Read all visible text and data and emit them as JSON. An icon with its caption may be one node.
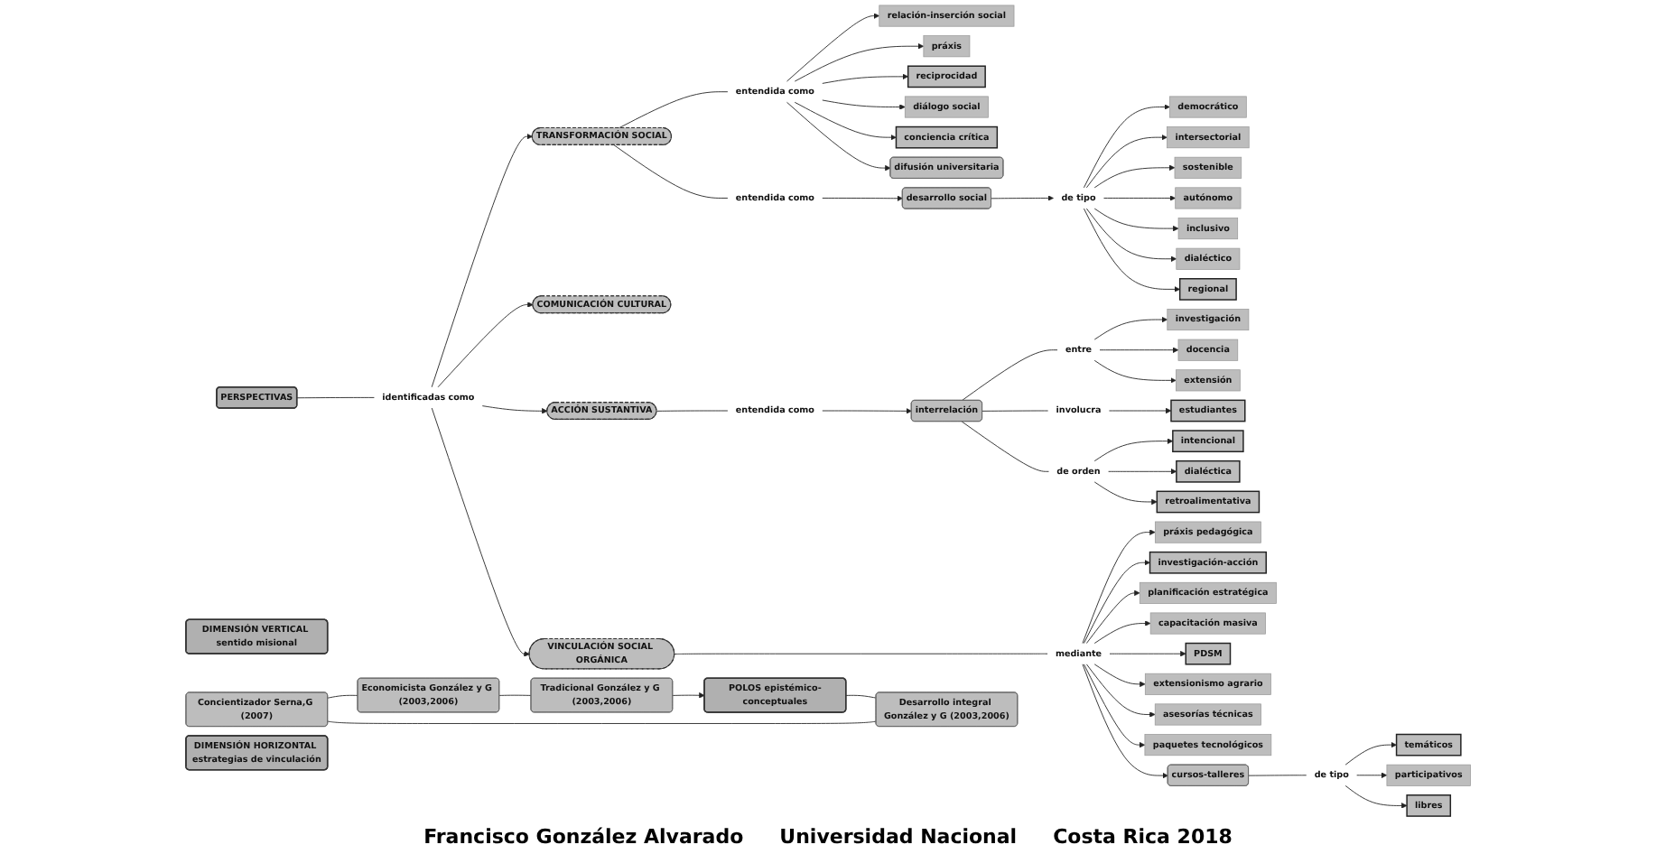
{
  "diagram": {
    "nodes": [
      {
        "text": [
          "Concientizador Serna,G (2007)"
        ]
      },
      {
        "text": [
          "DIMENSIÓN VERTICAL sentido misional"
        ]
      },
      {
        "text": [
          "relación-inserción social"
        ]
      },
      {
        "text": [
          "práxis"
        ]
      },
      {
        "text": [
          "conciencia crítica"
        ]
      },
      {
        "text": [
          "reciprocidad"
        ]
      },
      {
        "text": [
          "diálogo social"
        ]
      },
      {
        "text": [
          "entendida como"
        ]
      },
      {
        "text": [
          "democrático"
        ]
      },
      {
        "text": [
          "intersectorial"
        ]
      },
      {
        "text": [
          "sostenible"
        ]
      },
      {
        "text": [
          "autónomo"
        ]
      },
      {
        "text": [
          "de tipo"
        ]
      },
      {
        "text": [
          "inclusivo"
        ]
      },
      {
        "text": [
          "dialéctico"
        ]
      },
      {
        "text": [
          "regional"
        ]
      },
      {
        "text": [
          "entendida como"
        ]
      },
      {
        "text": [
          "desarrollo social"
        ]
      },
      {
        "text": [
          "PERSPECTIVAS"
        ]
      },
      {
        "text": [
          "TRANSFORMACIÓN SOCIAL"
        ]
      },
      {
        "text": [
          "investigación"
        ]
      },
      {
        "text": [
          "entendida como"
        ]
      },
      {
        "text": [
          "interrelación"
        ]
      },
      {
        "text": [
          "docencia"
        ]
      },
      {
        "text": [
          "identificadas como"
        ]
      },
      {
        "text": [
          "COMUNICACIÓN CULTURAL"
        ]
      },
      {
        "text": [
          "ACCIÓN SUSTANTIVA"
        ]
      },
      {
        "text": [
          "involucra"
        ]
      },
      {
        "text": [
          "de orden"
        ]
      },
      {
        "text": [
          "entre"
        ]
      },
      {
        "text": [
          "extensión"
        ]
      },
      {
        "text": [
          "estudiantes"
        ]
      },
      {
        "text": [
          "Economicista González y G (2003,2006)"
        ]
      },
      {
        "text": [
          "VINCULACIÓN SOCIAL ORGÁNICA"
        ]
      },
      {
        "text": [
          "intencional"
        ]
      },
      {
        "text": [
          "dialéctica"
        ]
      },
      {
        "text": [
          "retroalimentativa"
        ]
      },
      {
        "text": [
          "Desarrollo integral González y G (2003,2006)"
        ]
      },
      {
        "text": [
          "práxis pedagógica"
        ]
      },
      {
        "text": [
          "investigación-acción"
        ]
      },
      {
        "text": [
          "extensionismo agrario"
        ]
      },
      {
        "text": [
          "mediante"
        ]
      },
      {
        "text": [
          "planificación estratégica"
        ]
      },
      {
        "text": [
          "asesorías técnicas"
        ]
      },
      {
        "text": [
          "PDSM"
        ]
      },
      {
        "text": [
          "paquetes tecnológicos"
        ]
      },
      {
        "text": [
          "cursos-talleres"
        ]
      },
      {
        "text": [
          "capacitación masiva"
        ]
      },
      {
        "text": [
          "de tipo"
        ]
      },
      {
        "text": [
          "temáticos"
        ]
      },
      {
        "text": [
          "participativos"
        ]
      },
      {
        "text": [
          "libres"
        ]
      },
      {
        "text": [
          "POLOS epistémico-conceptuales"
        ]
      },
      {
        "text": [
          "difusión universitaria"
        ]
      },
      {
        "text": [
          "Tradicional González y G (2003,2006)"
        ]
      },
      {
        "text": [
          "DIMENSIÓN HORIZONTAL estrategias de vinculación"
        ]
      }
    ],
    "edges": [
      {
        "from": 0,
        "to": 32,
        "arrow": "none"
      },
      {
        "from": 32,
        "to": 54,
        "arrow": "none"
      },
      {
        "from": 54,
        "to": 52,
        "arrow": "to"
      },
      {
        "from": 52,
        "to": 37,
        "arrow": "none"
      },
      {
        "from": 37,
        "to": 0,
        "arrow": "none"
      },
      {
        "from": 18,
        "to": 24,
        "arrow": "none"
      },
      {
        "from": 24,
        "to": 19,
        "arrow": "to"
      },
      {
        "from": 24,
        "to": 25,
        "arrow": "to"
      },
      {
        "from": 24,
        "to": 26,
        "arrow": "to"
      },
      {
        "from": 24,
        "to": 33,
        "arrow": "to"
      },
      {
        "from": 19,
        "to": 7,
        "arrow": "none"
      },
      {
        "from": 7,
        "to": 2,
        "arrow": "to"
      },
      {
        "from": 7,
        "to": 3,
        "arrow": "to"
      },
      {
        "from": 7,
        "to": 5,
        "arrow": "to"
      },
      {
        "from": 7,
        "to": 6,
        "arrow": "to"
      },
      {
        "from": 7,
        "to": 4,
        "arrow": "to"
      },
      {
        "from": 7,
        "to": 53,
        "arrow": "to"
      },
      {
        "from": 19,
        "to": 16,
        "arrow": "none"
      },
      {
        "from": 16,
        "to": 17,
        "arrow": "to"
      },
      {
        "from": 17,
        "to": 12,
        "arrow": "to"
      },
      {
        "from": 12,
        "to": 8,
        "arrow": "to"
      },
      {
        "from": 12,
        "to": 9,
        "arrow": "to"
      },
      {
        "from": 12,
        "to": 10,
        "arrow": "to"
      },
      {
        "from": 12,
        "to": 11,
        "arrow": "to"
      },
      {
        "from": 12,
        "to": 13,
        "arrow": "to"
      },
      {
        "from": 12,
        "to": 14,
        "arrow": "to"
      },
      {
        "from": 12,
        "to": 15,
        "arrow": "to"
      },
      {
        "from": 26,
        "to": 21,
        "arrow": "none"
      },
      {
        "from": 21,
        "to": 22,
        "arrow": "to"
      },
      {
        "from": 22,
        "to": 29,
        "arrow": "none"
      },
      {
        "from": 29,
        "to": 20,
        "arrow": "to"
      },
      {
        "from": 29,
        "to": 23,
        "arrow": "to"
      },
      {
        "from": 29,
        "to": 30,
        "arrow": "to"
      },
      {
        "from": 22,
        "to": 27,
        "arrow": "none"
      },
      {
        "from": 27,
        "to": 31,
        "arrow": "to"
      },
      {
        "from": 22,
        "to": 28,
        "arrow": "none"
      },
      {
        "from": 28,
        "to": 34,
        "arrow": "to"
      },
      {
        "from": 28,
        "to": 35,
        "arrow": "to"
      },
      {
        "from": 28,
        "to": 36,
        "arrow": "to"
      },
      {
        "from": 33,
        "to": 41,
        "arrow": "none"
      },
      {
        "from": 41,
        "to": 38,
        "arrow": "to"
      },
      {
        "from": 41,
        "to": 39,
        "arrow": "to"
      },
      {
        "from": 41,
        "to": 42,
        "arrow": "to"
      },
      {
        "from": 41,
        "to": 47,
        "arrow": "to"
      },
      {
        "from": 41,
        "to": 44,
        "arrow": "to"
      },
      {
        "from": 41,
        "to": 40,
        "arrow": "to"
      },
      {
        "from": 41,
        "to": 43,
        "arrow": "to"
      },
      {
        "from": 41,
        "to": 45,
        "arrow": "to"
      },
      {
        "from": 41,
        "to": 46,
        "arrow": "to"
      },
      {
        "from": 46,
        "to": 48,
        "arrow": "none"
      },
      {
        "from": 48,
        "to": 49,
        "arrow": "to"
      },
      {
        "from": 48,
        "to": 50,
        "arrow": "to"
      },
      {
        "from": 48,
        "to": 51,
        "arrow": "to"
      }
    ],
    "labels": [
      "Francisco González Alvarado",
      "Universidad Nacional",
      "Costa Rica 2018"
    ]
  }
}
